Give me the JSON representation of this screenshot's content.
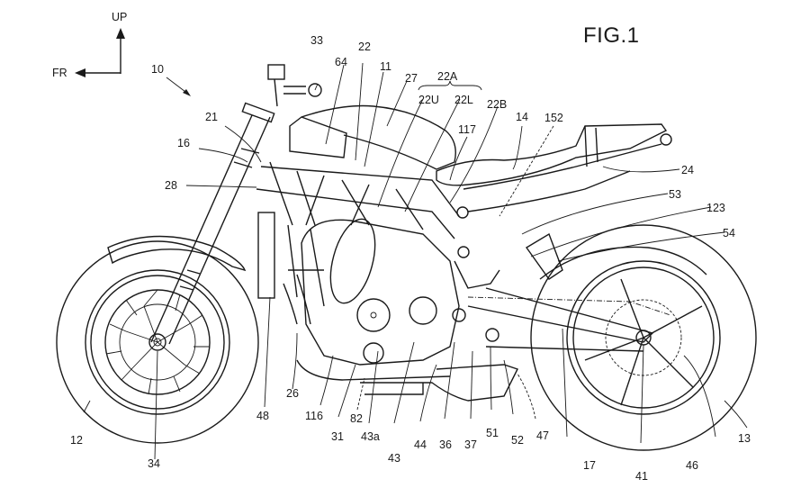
{
  "figure": {
    "title": "FIG.1",
    "orientation": {
      "up_label": "UP",
      "front_label": "FR"
    },
    "subject": "motorcycle side view",
    "assembly_ref": "10"
  },
  "labels": {
    "l10": "10",
    "l33": "33",
    "l64": "64",
    "l22": "22",
    "l11": "11",
    "l27": "27",
    "l22A": "22A",
    "l22U": "22U",
    "l22L": "22L",
    "l22B": "22B",
    "l14": "14",
    "l152": "152",
    "l117": "117",
    "l21": "21",
    "l16": "16",
    "l28": "28",
    "l24": "24",
    "l53": "53",
    "l123": "123",
    "l54": "54",
    "l12": "12",
    "l34": "34",
    "l48": "48",
    "l26": "26",
    "l116": "116",
    "l31": "31",
    "l82": "82",
    "l43a": "43a",
    "l43": "43",
    "l44": "44",
    "l36": "36",
    "l37": "37",
    "l51": "51",
    "l52": "52",
    "l47": "47",
    "l17": "17",
    "l41": "41",
    "l46": "46",
    "l13": "13"
  }
}
